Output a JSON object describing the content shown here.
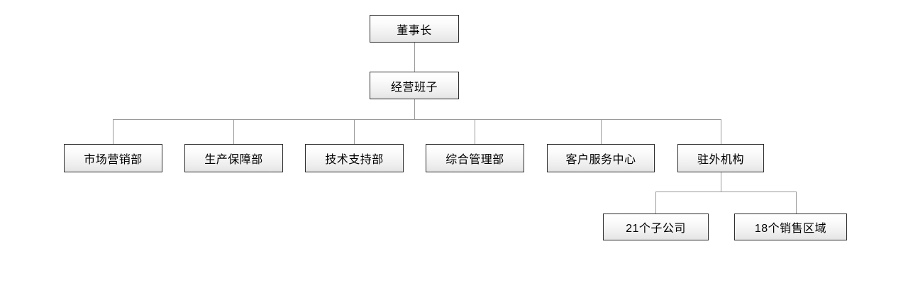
{
  "chart_data": {
    "type": "diagram",
    "subtype": "organizational-chart",
    "title": "",
    "orientation": "top-down",
    "levels": 4,
    "nodes": [
      {
        "id": "chairman",
        "label": "董事长",
        "level": 0,
        "parent": null
      },
      {
        "id": "management",
        "label": "经营班子",
        "level": 1,
        "parent": "chairman"
      },
      {
        "id": "marketing",
        "label": "市场营销部",
        "level": 2,
        "parent": "management"
      },
      {
        "id": "production",
        "label": "生产保障部",
        "level": 2,
        "parent": "management"
      },
      {
        "id": "tech-support",
        "label": "技术支持部",
        "level": 2,
        "parent": "management"
      },
      {
        "id": "admin",
        "label": "综合管理部",
        "level": 2,
        "parent": "management"
      },
      {
        "id": "customer",
        "label": "客户服务中心",
        "level": 2,
        "parent": "management"
      },
      {
        "id": "field-offices",
        "label": "驻外机构",
        "level": 2,
        "parent": "management"
      },
      {
        "id": "subsidiaries",
        "label": "21个子公司",
        "level": 3,
        "parent": "field-offices"
      },
      {
        "id": "sales-regions",
        "label": "18个销售区域",
        "level": 3,
        "parent": "field-offices"
      }
    ],
    "edges": [
      {
        "from": "chairman",
        "to": "management"
      },
      {
        "from": "management",
        "to": "marketing"
      },
      {
        "from": "management",
        "to": "production"
      },
      {
        "from": "management",
        "to": "tech-support"
      },
      {
        "from": "management",
        "to": "admin"
      },
      {
        "from": "management",
        "to": "customer"
      },
      {
        "from": "management",
        "to": "field-offices"
      },
      {
        "from": "field-offices",
        "to": "subsidiaries"
      },
      {
        "from": "field-offices",
        "to": "sales-regions"
      }
    ],
    "colors": {
      "box_border": "#2e2e2e",
      "box_fill_top": "#ffffff",
      "box_fill_bottom": "#e4e4e4",
      "connector": "#9a9a9a",
      "text": "#000000",
      "background": "#ffffff"
    }
  }
}
